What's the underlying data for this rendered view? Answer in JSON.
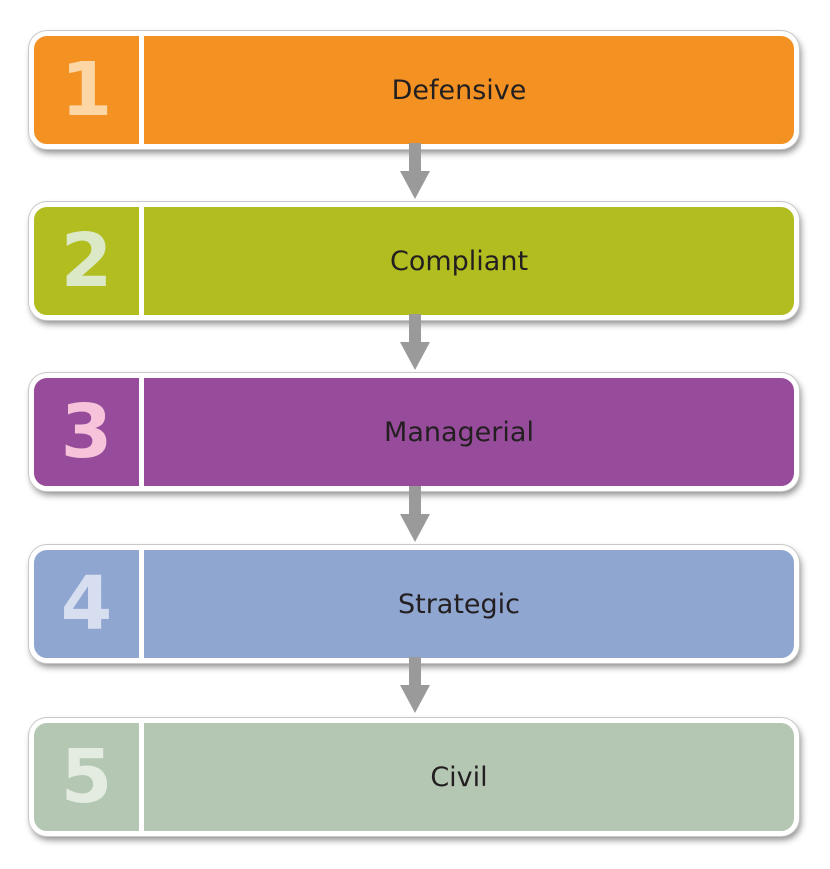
{
  "stages": [
    {
      "number": "1",
      "label": "Defensive",
      "fill": "#f39222",
      "number_color": "#fcd6a5"
    },
    {
      "number": "2",
      "label": "Compliant",
      "fill": "#b2bd1f",
      "number_color": "#dbe9c6"
    },
    {
      "number": "3",
      "label": "Managerial",
      "fill": "#974b9b",
      "number_color": "#f6c3da"
    },
    {
      "number": "4",
      "label": "Strategic",
      "fill": "#8fa6d0",
      "number_color": "#d6def0"
    },
    {
      "number": "5",
      "label": "Civil",
      "fill": "#b4c7b3",
      "number_color": "#e4ece2"
    }
  ],
  "connector_icon": "arrow-down-icon",
  "connector_color": "#9a9a9a"
}
